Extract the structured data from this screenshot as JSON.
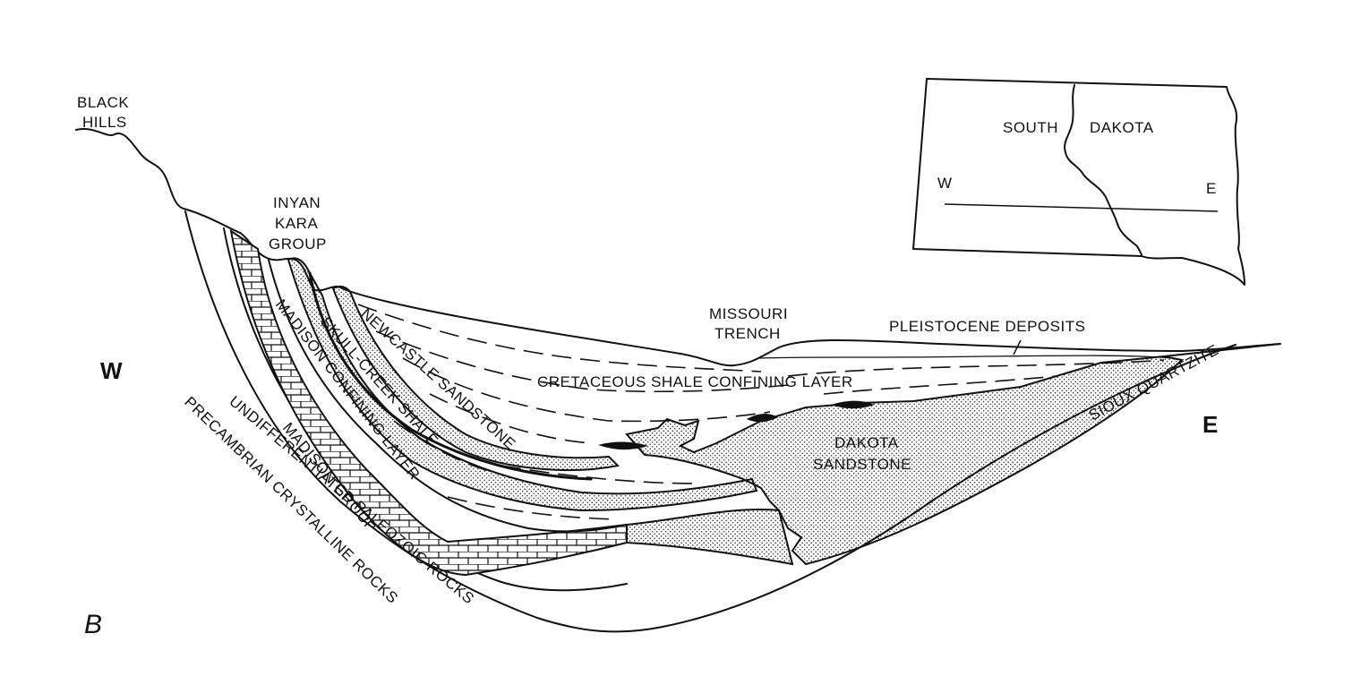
{
  "figure_letter": "B",
  "direction": {
    "west": "W",
    "east": "E"
  },
  "labels": {
    "black_hills": [
      "BLACK",
      "HILLS"
    ],
    "inyan_kara": [
      "INYAN",
      "KARA",
      "GROUP"
    ],
    "missouri_trench": [
      "MISSOURI",
      "TRENCH"
    ],
    "pleistocene": "PLEISTOCENE DEPOSITS",
    "cretaceous_shale": "CRETACEOUS SHALE CONFINING LAYER",
    "sioux_quartzite": "SIOUX  QUARTZITE",
    "dakota_sandstone": [
      "DAKOTA",
      "SANDSTONE"
    ],
    "newcastle_sandstone": "NEWCASTLE  SANDSTONE",
    "skull_creek_shale": "SKULL-CREEK  SHALE",
    "madison_confining": "MADISON  CONFINING LAYER",
    "madison_group": "MADISON GROUP",
    "undifferentiated": "UNDIFFERENTIATED  PALEOZOIC  ROCKS",
    "precambrian": "PRECAMBRIAN  CRYSTALLINE  ROCKS"
  },
  "inset_map": {
    "south": "SOUTH",
    "dakota": "DAKOTA",
    "west": "W",
    "east": "E"
  }
}
